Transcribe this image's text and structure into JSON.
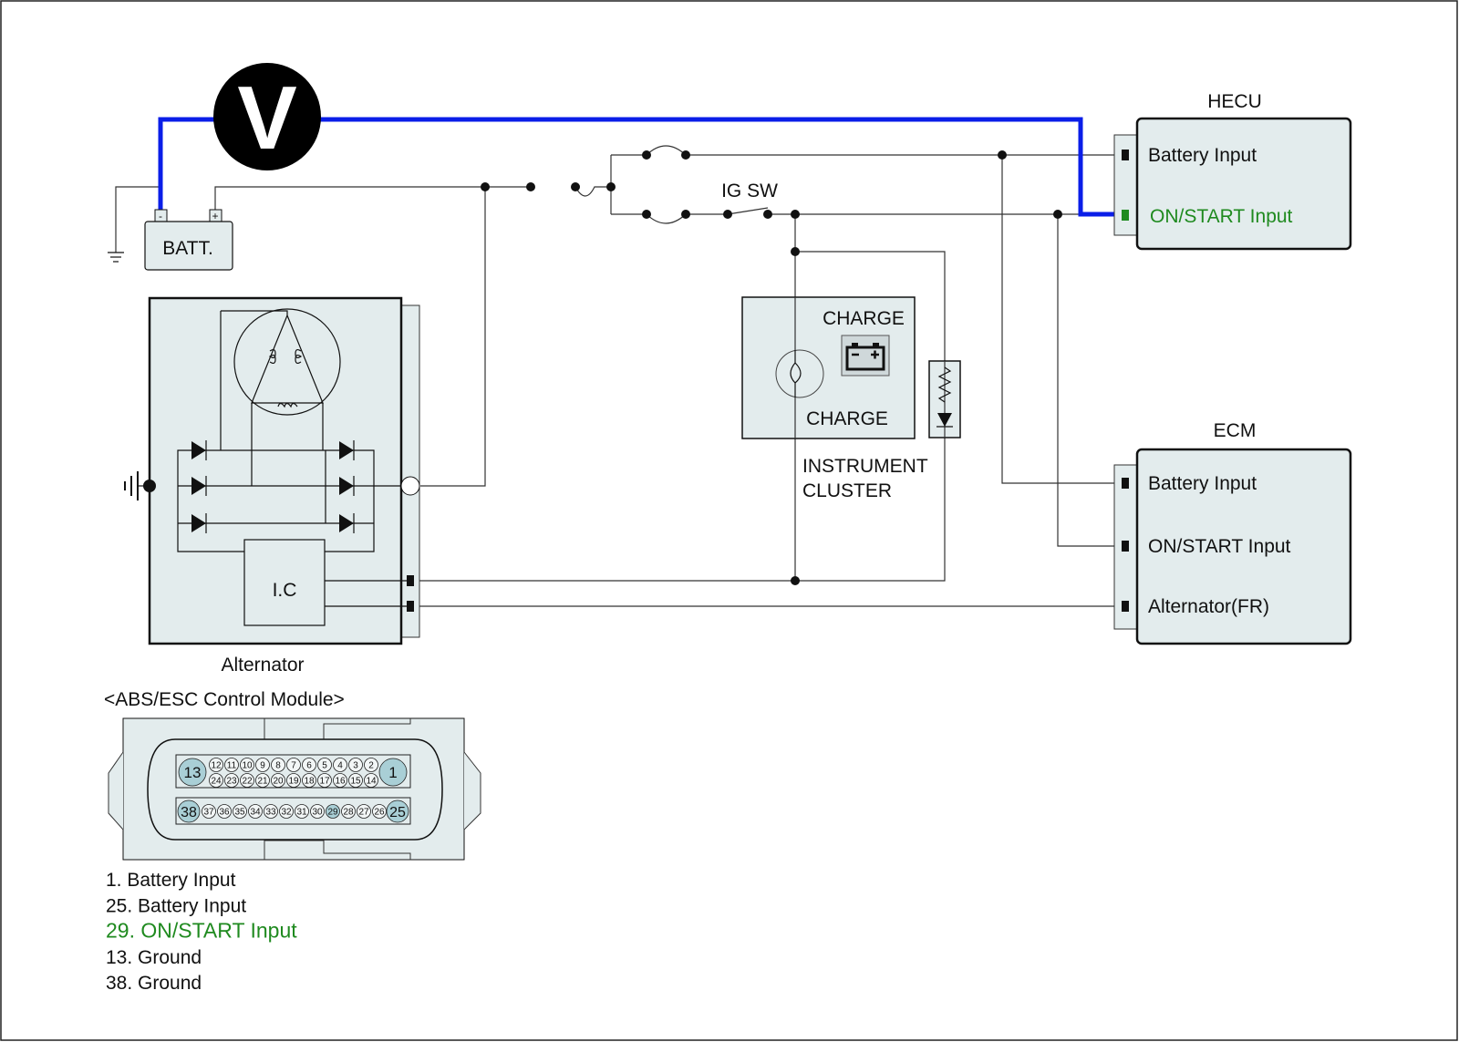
{
  "colors": {
    "meter_wire": "#0a1ee8",
    "highlight_text": "#1f8a1f",
    "panel_fill": "#e3eced"
  },
  "voltmeter": {
    "symbol": "V"
  },
  "battery": {
    "label": "BATT.",
    "neg": "-",
    "pos": "+"
  },
  "ig_switch": {
    "label": "IG SW"
  },
  "hecu": {
    "title": "HECU",
    "pins": [
      "Battery Input",
      "ON/START Input"
    ]
  },
  "ecm": {
    "title": "ECM",
    "pins": [
      "Battery Input",
      "ON/START Input",
      "Alternator(FR)"
    ]
  },
  "cluster": {
    "lamp_label_top": "CHARGE",
    "lamp_label_bottom": "CHARGE",
    "name_line1": "INSTRUMENT",
    "name_line2": "CLUSTER",
    "battery_icon": "battery-icon"
  },
  "alternator": {
    "label": "Alternator",
    "ic_label": "I.C"
  },
  "connector": {
    "title": "<ABS/ESC Control Module>",
    "row1": [
      "13",
      "12",
      "11",
      "10",
      "9",
      "8",
      "7",
      "6",
      "5",
      "4",
      "3",
      "2",
      "1"
    ],
    "row2": [
      "24",
      "23",
      "22",
      "21",
      "20",
      "19",
      "18",
      "17",
      "16",
      "15",
      "14"
    ],
    "row3": [
      "38",
      "37",
      "36",
      "35",
      "34",
      "33",
      "32",
      "31",
      "30",
      "29",
      "28",
      "27",
      "26",
      "25"
    ],
    "highlighted": [
      "13",
      "1",
      "38",
      "25",
      "29"
    ]
  },
  "legend": [
    {
      "text": "1. Battery Input",
      "highlight": false
    },
    {
      "text": "25. Battery Input",
      "highlight": false
    },
    {
      "text": "29. ON/START Input",
      "highlight": true
    },
    {
      "text": "13. Ground",
      "highlight": false
    },
    {
      "text": "38. Ground",
      "highlight": false
    }
  ]
}
